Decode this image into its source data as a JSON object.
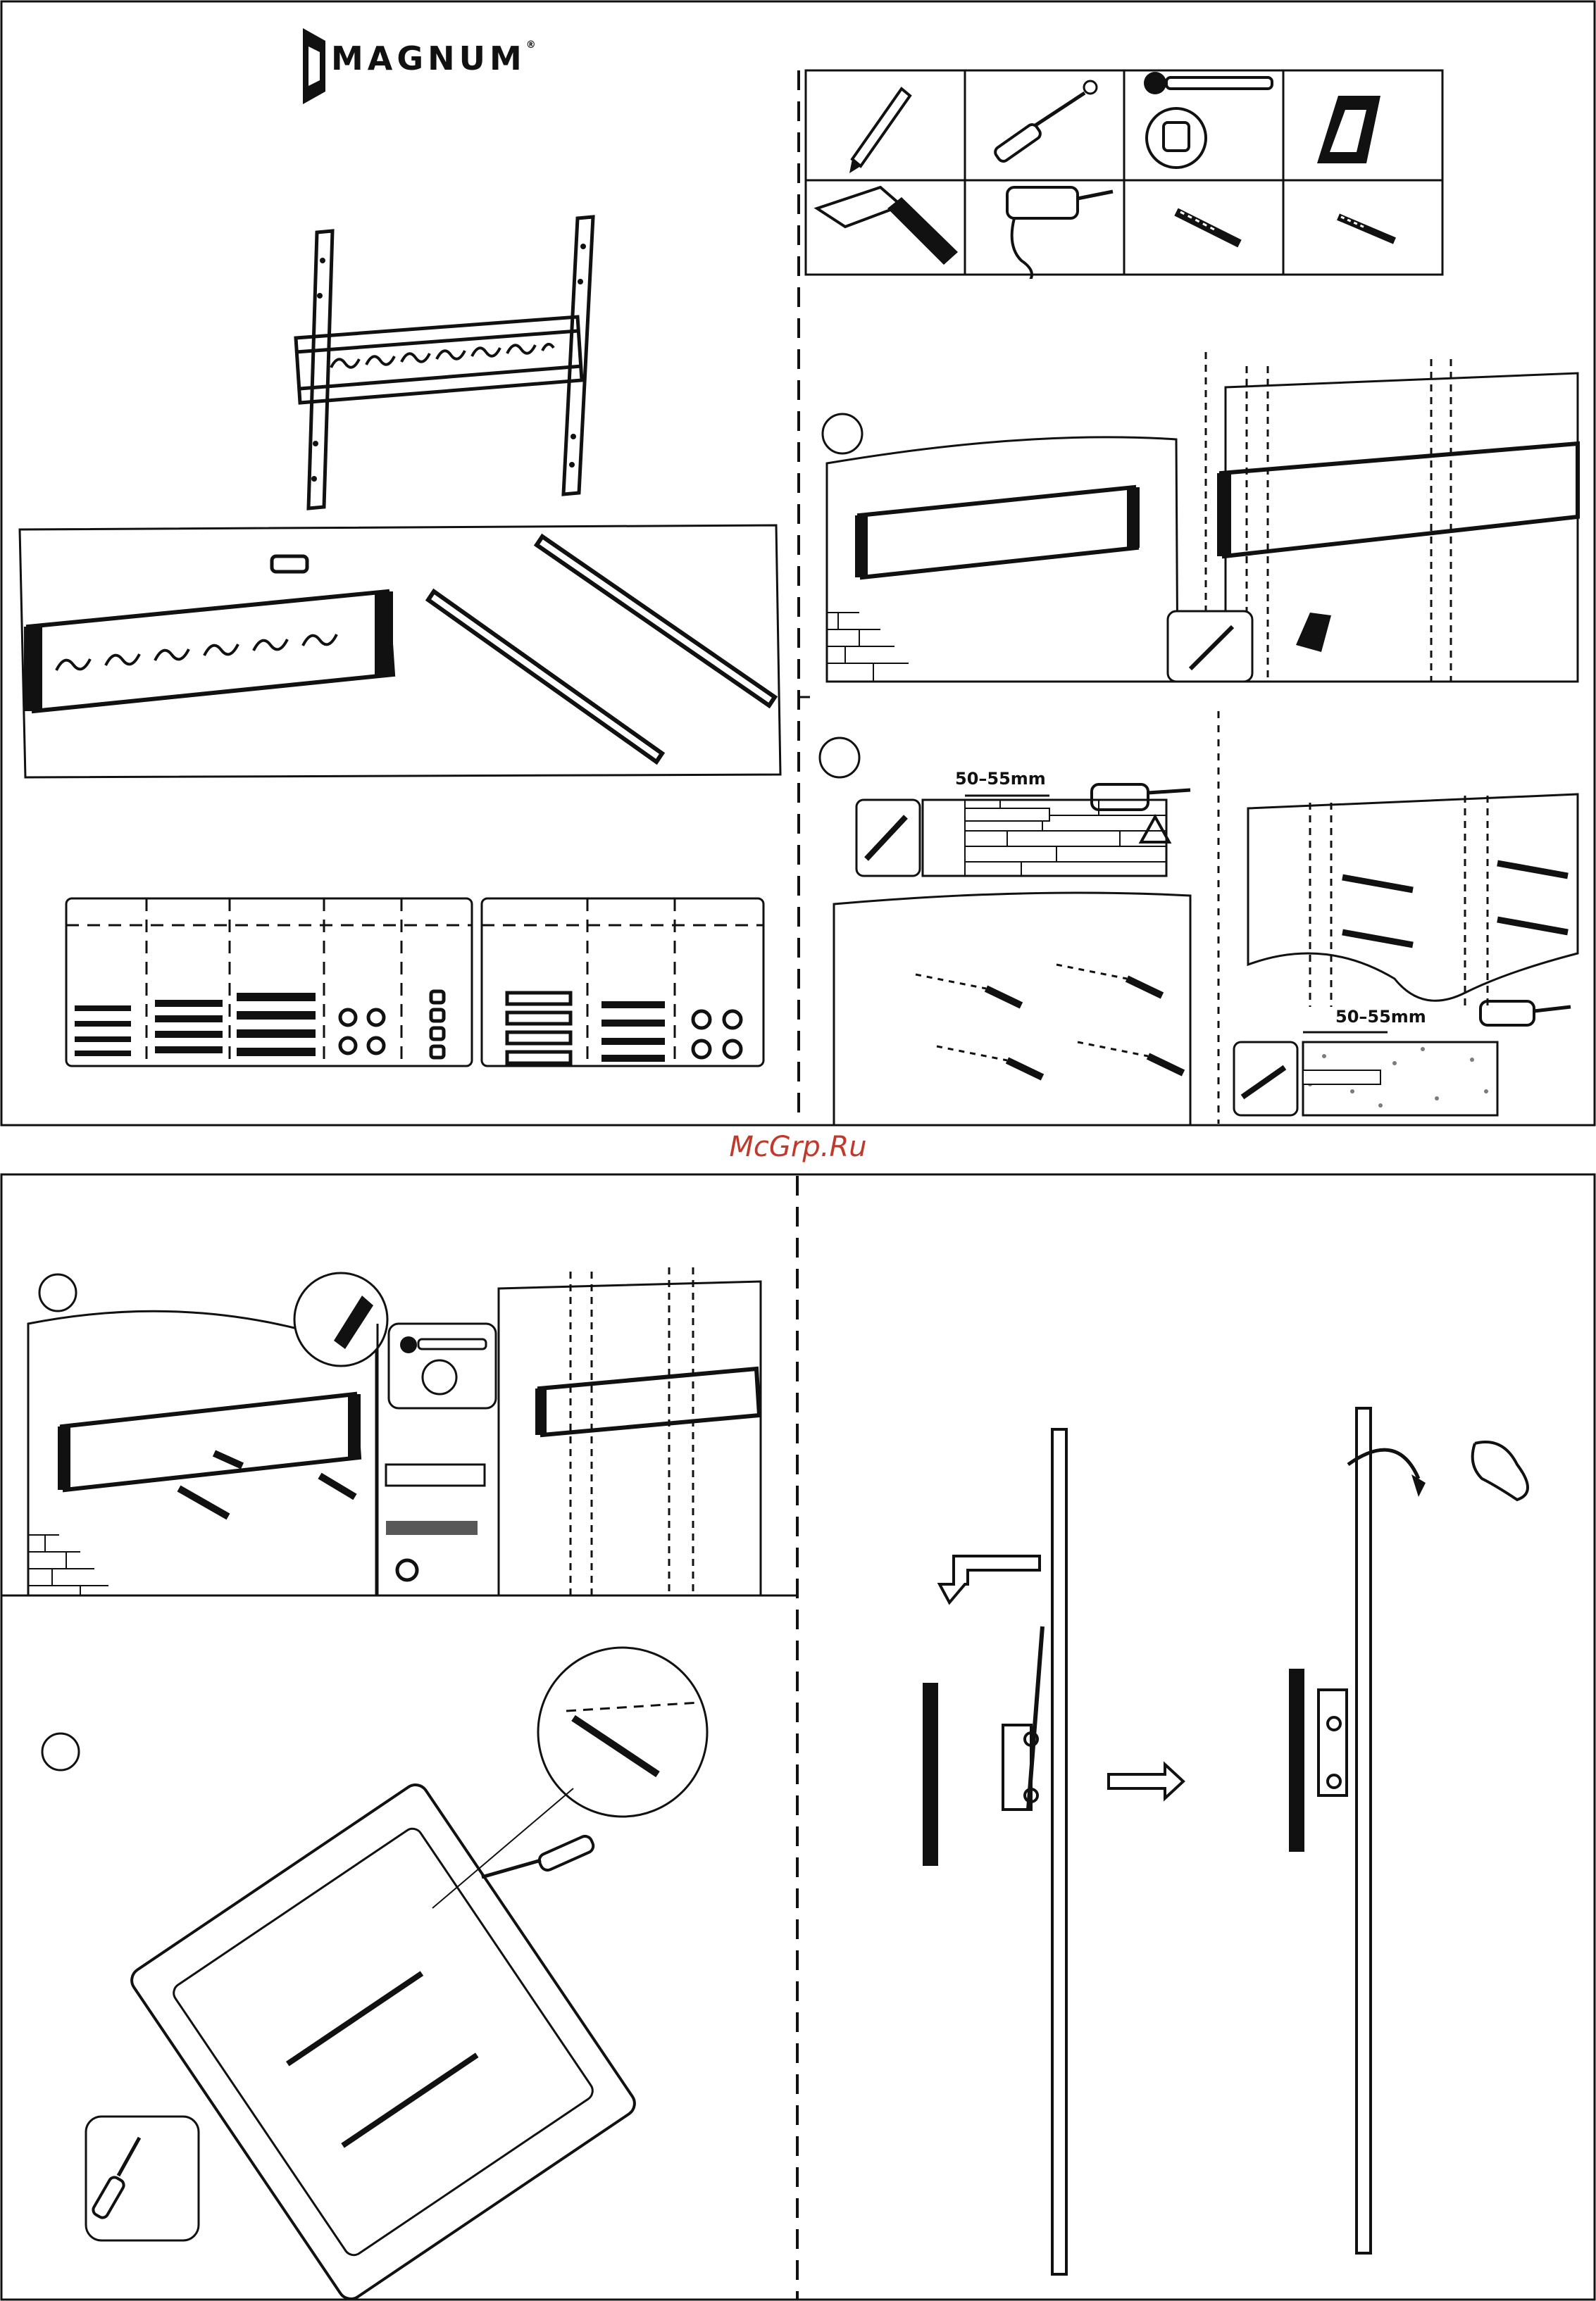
{
  "brand": {
    "name": "MAGNUM",
    "registered": "®"
  },
  "watermark": "McGrp.Ru",
  "dimensions": {
    "hole_depth_brick": "50–55mm",
    "hole_depth_concrete": "50–55mm"
  },
  "colors": {
    "ink": "#111111",
    "paper": "#ffffff",
    "watermark": "#c0392b"
  },
  "tools": [
    {
      "icon": "pencil-icon"
    },
    {
      "icon": "screwdriver-icon"
    },
    {
      "icon": "wrench-icon"
    },
    {
      "icon": "stud-finder-icon"
    },
    {
      "icon": "hammer-icon"
    },
    {
      "icon": "drill-icon"
    },
    {
      "icon": "drill-bit-icon"
    },
    {
      "icon": "masonry-bit-icon"
    }
  ]
}
